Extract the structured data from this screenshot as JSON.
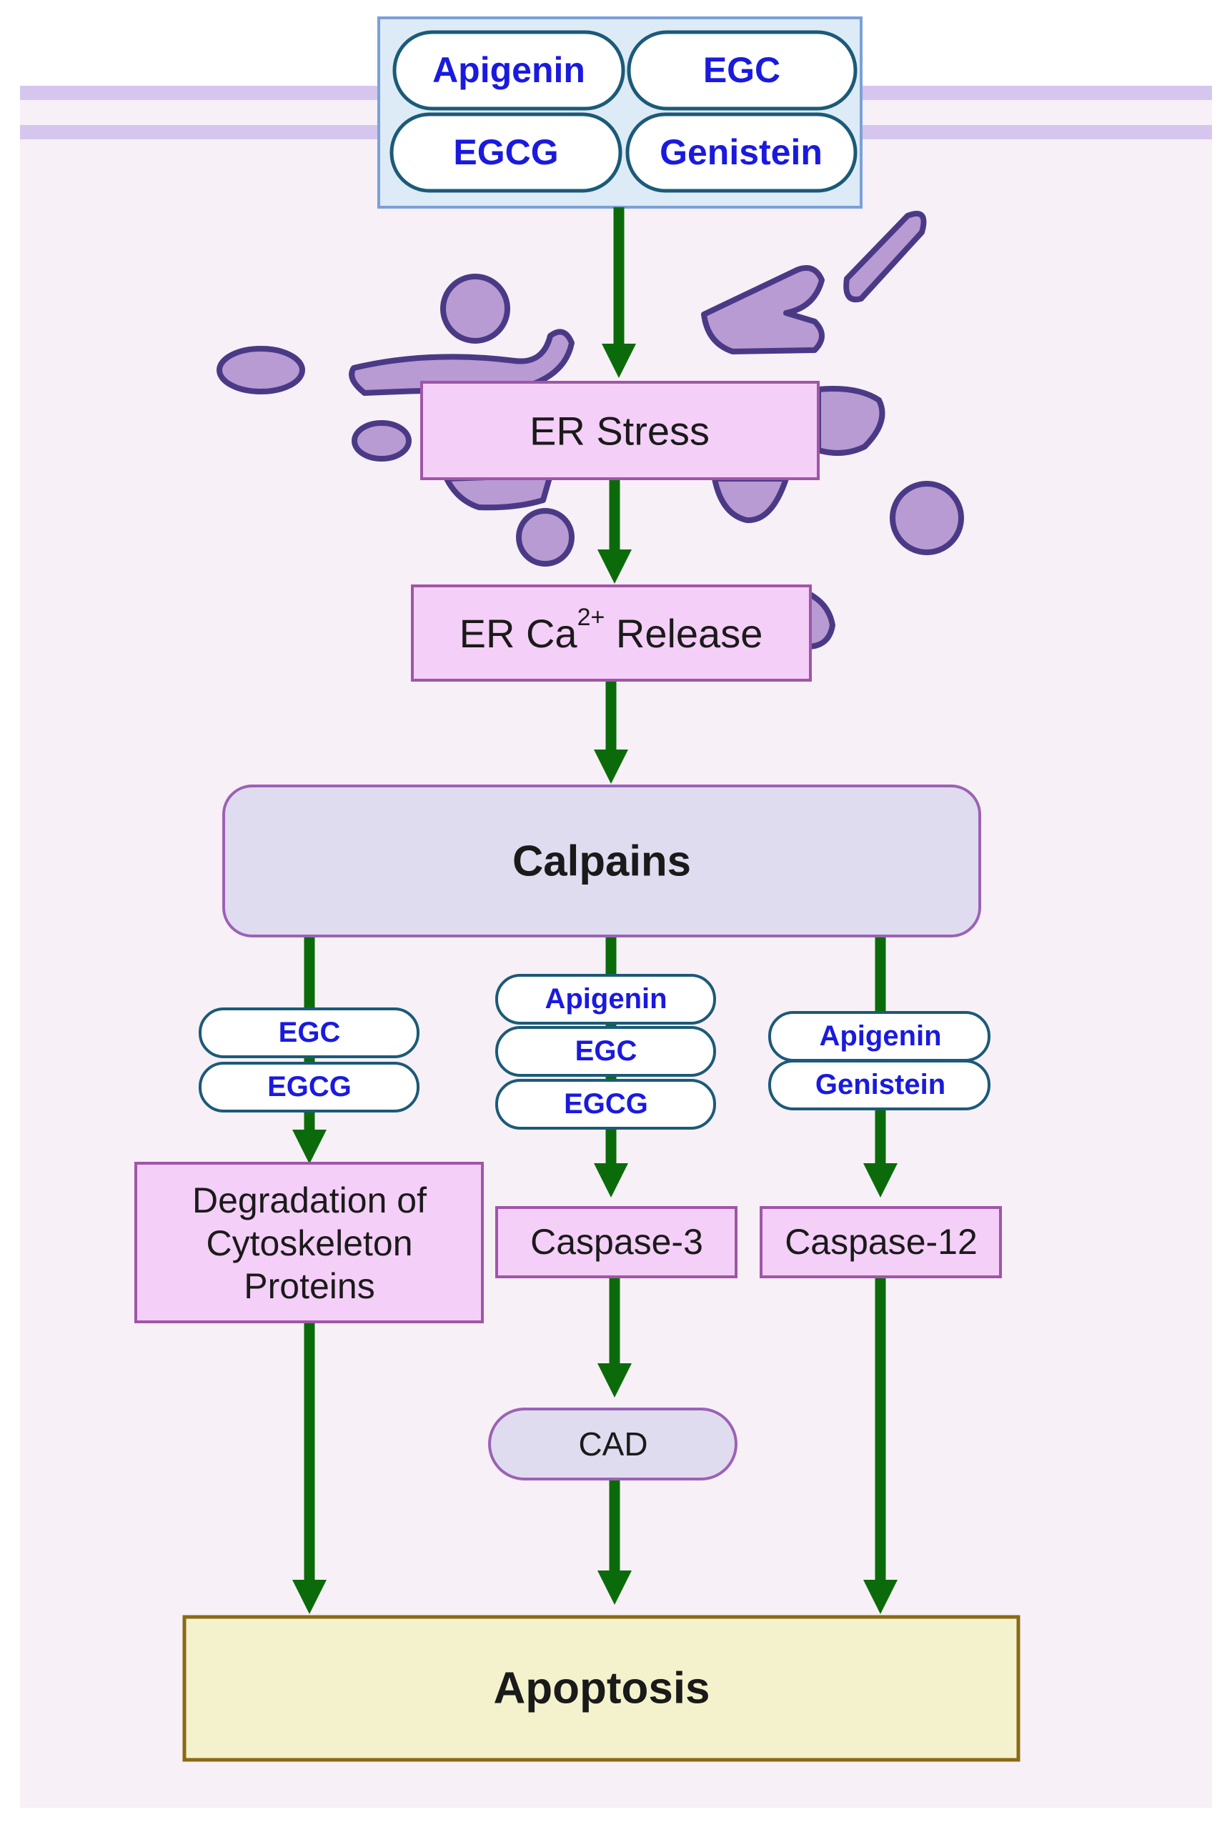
{
  "compounds_top": [
    "Apigenin",
    "EGC",
    "EGCG",
    "Genistein"
  ],
  "er_stress": "ER Stress",
  "er_ca_release": {
    "prefix": "ER Ca",
    "superscript": "2+",
    "suffix": " Release"
  },
  "calpains": "Calpains",
  "left_compounds": [
    "EGC",
    "EGCG"
  ],
  "middle_compounds": [
    "Apigenin",
    "EGC",
    "EGCG"
  ],
  "right_compounds": [
    "Apigenin",
    "Genistein"
  ],
  "degradation": [
    "Degradation of",
    "Cytoskeleton",
    "Proteins"
  ],
  "caspase3": "Caspase-3",
  "caspase12": "Caspase-12",
  "cad": "CAD",
  "apoptosis": "Apoptosis",
  "colors": {
    "arrow": "#0b6b0b",
    "membrane": "#d6c6ee",
    "cell_background": "#f7f0f6",
    "pink_box": "#f4cff7",
    "pink_border": "#a055a8",
    "lavender_box": "#e0dcf0",
    "compound_text": "#1a1adf",
    "compound_border": "#1b5a78",
    "er_organelle": "#b79bd2",
    "er_outline": "#4a3a86",
    "apoptosis_fill": "#f4f2cc",
    "apoptosis_border": "#8a6a14"
  }
}
